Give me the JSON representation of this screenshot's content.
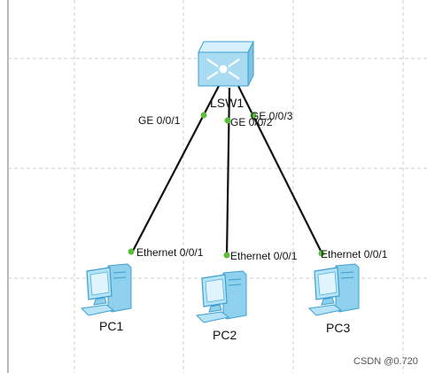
{
  "topology": {
    "switch": {
      "name": "LSW1",
      "icon": "layer3-switch-icon"
    },
    "pcs": [
      {
        "name": "PC1",
        "icon": "pc-icon"
      },
      {
        "name": "PC2",
        "icon": "pc-icon"
      },
      {
        "name": "PC3",
        "icon": "pc-icon"
      }
    ],
    "links": [
      {
        "switch_port": "GE 0/0/1",
        "pc_port": "Ethernet 0/0/1"
      },
      {
        "switch_port": "GE 0/0/2",
        "pc_port": "Ethernet 0/0/1"
      },
      {
        "switch_port": "GE 0/0/3",
        "pc_port": "Ethernet 0/0/1"
      }
    ]
  },
  "colors": {
    "link": "#111111",
    "port_dot": "#5bbf3a",
    "grid": "#cfcfcf",
    "device_fill": "#a9dcf2",
    "device_stroke": "#3c9fd0"
  },
  "watermark": "CSDN @0.720"
}
